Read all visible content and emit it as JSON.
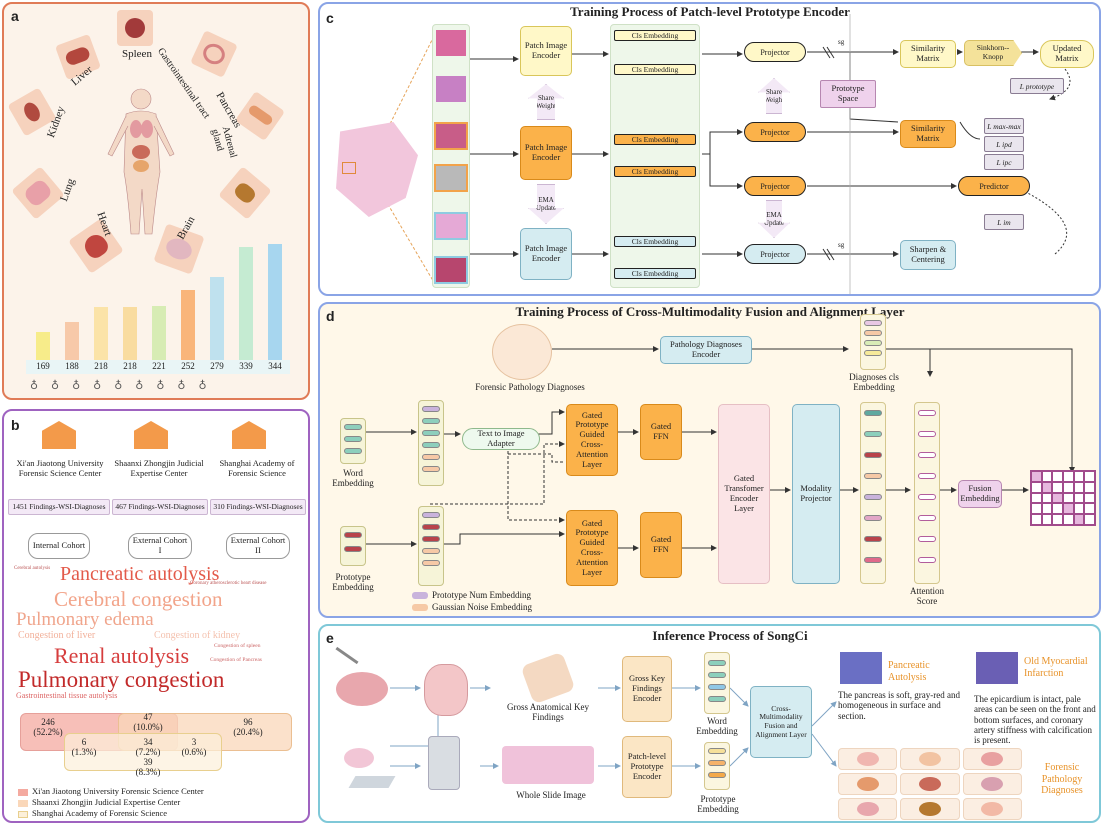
{
  "panels": {
    "a": "a",
    "b": "b",
    "c": "c",
    "d": "d",
    "e": "e"
  },
  "panel_a": {
    "organs": [
      "Spleen",
      "Liver",
      "Gastrointestinal tract",
      "Kidney",
      "Pancreas",
      "Adrenal gland",
      "Lung",
      "Heart",
      "Brain"
    ],
    "bars": [
      {
        "value": "169",
        "color": "#f7ec8a"
      },
      {
        "value": "188",
        "color": "#f7c9a9"
      },
      {
        "value": "218",
        "color": "#fbe3a8"
      },
      {
        "value": "218",
        "color": "#f9dca0"
      },
      {
        "value": "221",
        "color": "#d7ecb4"
      },
      {
        "value": "252",
        "color": "#f9b57a"
      },
      {
        "value": "279",
        "color": "#bfe1ee"
      },
      {
        "value": "339",
        "color": "#c5ebd2"
      },
      {
        "value": "344",
        "color": "#a7d6ef"
      }
    ]
  },
  "panel_b": {
    "institutions": [
      {
        "name": "Xi'an Jiaotong University Forensic Science Center",
        "count": "1451 Findings-WSI-Diagnoses",
        "cohort": "Internal Cohort"
      },
      {
        "name": "Shaanxi Zhongjin Judicial Expertise Center",
        "count": "467 Findings-WSI-Diagnoses",
        "cohort": "External Cohort I"
      },
      {
        "name": "Shanghai Academy of Forensic Science",
        "count": "310 Findings-WSI-Diagnoses",
        "cohort": "External Cohort II"
      }
    ],
    "cloud": {
      "w1": "Pancreatic autolysis",
      "w2": "Cerebral congestion",
      "w3": "Pulmonary edema",
      "w4": "Congestion of liver",
      "w5": "Congestion of kidney",
      "w6": "Renal autolysis",
      "w7": "Pulmonary congestion",
      "w8": "Gastrointestinal tissue autolysis",
      "w9": "Coronary atherosclerotic heart disease",
      "w10": "Cerebral autolysis",
      "w11": "Congestion of spleen",
      "w12": "Congestion of Pancreas"
    },
    "venn": {
      "a": "246",
      "a_pct": "(52.2%)",
      "ab": "47",
      "ab_pct": "(10.0%)",
      "b": "96",
      "b_pct": "(20.4%)",
      "ac": "6",
      "ac_pct": "(1.3%)",
      "abc": "34",
      "abc_pct": "(7.2%)",
      "bc": "3",
      "bc_pct": "(0.6%)",
      "c": "39",
      "c_pct": "(8.3%)"
    },
    "legend": [
      "Xi'an Jiaotong University Forensic Science Center",
      "Shaanxi Zhongjin Judicial Expertise Center",
      "Shanghai Academy of Forensic Science"
    ]
  },
  "panel_c": {
    "title": "Training Process of Patch-level Prototype Encoder",
    "encoder": "Patch Image Encoder",
    "share_weight": "Share Weight",
    "ema_update": "EMA Update",
    "cls": "Cls  Embedding",
    "proj_a": "Projector",
    "prototype_space": "Prototype Space",
    "similarity": "Similarity Matrix",
    "sinkhorn": "Sinkhorn--Knopp",
    "updated": "Updated Matrix",
    "predictor": "Predictor",
    "sharpen": "Sharpen & Centering",
    "sg": "sg",
    "l_proto": "L prototype",
    "l_maxmax": "L max-max",
    "l_ipd": "L ipd",
    "l_ipc": "L ipc",
    "l_im": "L im"
  },
  "panel_d": {
    "title": "Training Process of  Cross-Multimodality Fusion and Alignment Layer",
    "fpd": "Forensic Pathology Diagnoses",
    "pde": "Pathology Diagnoses Encoder",
    "diag_cls": "Diagnoses cls Embedding",
    "word": "Word Embedding",
    "proto": "Prototype Embedding",
    "adapter": "Text to Image Adapter",
    "gpgca": "Gated Prototype Guided Cross-Attention Layer",
    "gffn": "Gated FFN",
    "gte": "Gated Transfomer Encoder Layer",
    "mp": "Modality Projector",
    "attn": "Attention Score",
    "fusion": "Fusion Embedding",
    "leg1": "Prototype Num Embedding",
    "leg2": "Gaussian Noise Embedding"
  },
  "panel_e": {
    "title": "Inference Process of SongCi",
    "gakf": "Gross Anatomical Key Findings",
    "gkfe": "Gross Key Findings Encoder",
    "word": "Word Embedding",
    "cmfa": "Cross-Multimodality Fusion and Alignment Layer",
    "wsi": "Whole Slide Image",
    "plpe": "Patch-level Prototype Encoder",
    "proto": "Prototype Embedding",
    "dx1": "Pancreatic Autolysis",
    "dx1_text": "The pancreas is soft, gray-red and homogeneous in surface and section.",
    "dx2": "Old Myocardial Infarction",
    "dx2_text": "The epicardium is intact, pale areas can be seen on the front and bottom surfaces, and coronary artery stiffness with calcification is present.",
    "fpd": "Forensic Pathology Diagnoses"
  },
  "colors": {
    "panel_a": "#e07b57",
    "panel_b": "#9f63c0",
    "panel_c": "#8aa4e6",
    "panel_d": "#8aa4e6",
    "panel_e": "#7fc8d8",
    "orange_text": "#e8932a"
  }
}
